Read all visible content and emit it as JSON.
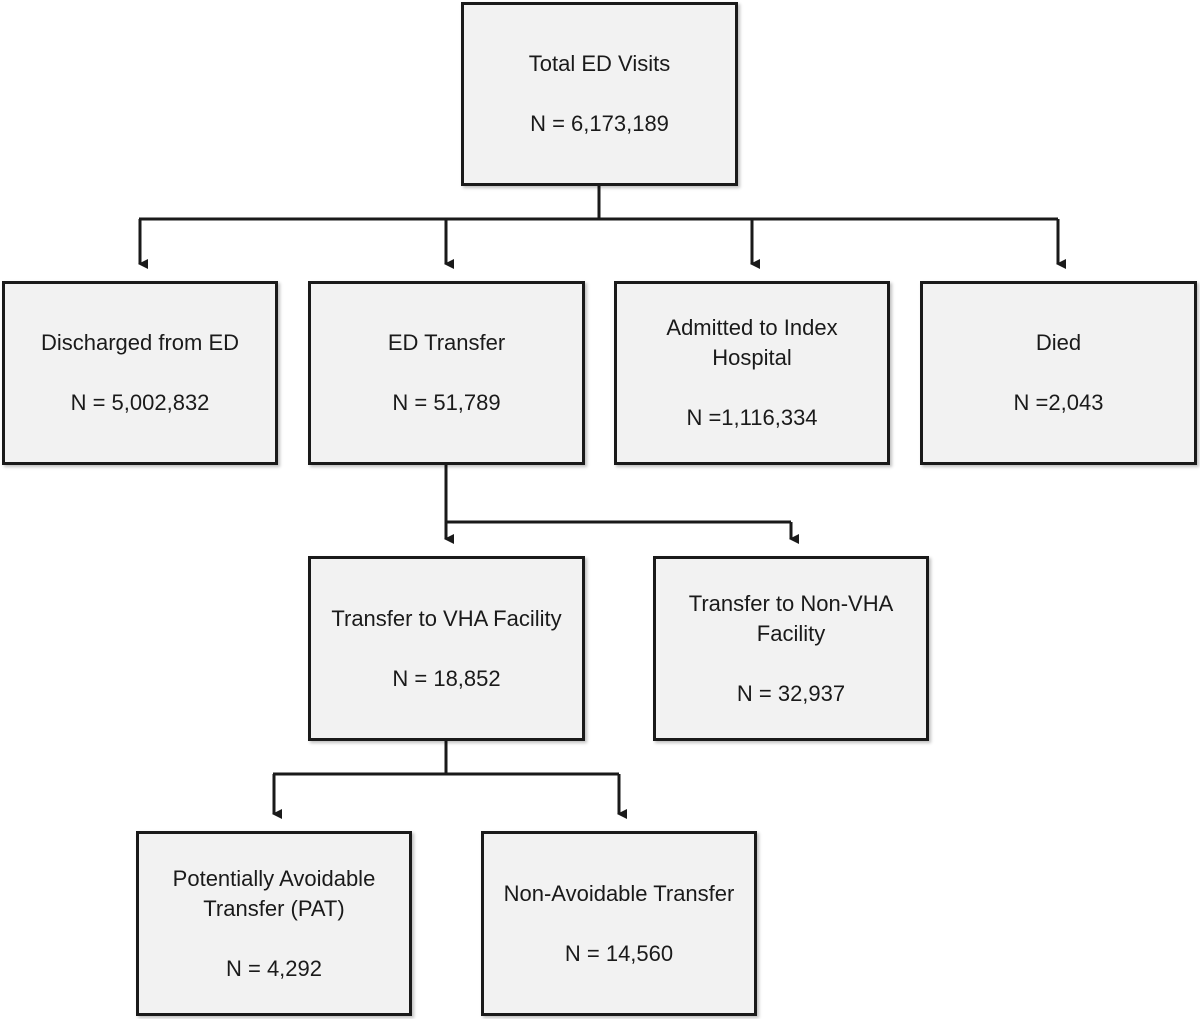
{
  "nodes": {
    "total": {
      "label": "Total ED Visits",
      "count": "N = 6,173,189"
    },
    "discharged": {
      "label": "Discharged from ED",
      "count": "N = 5,002,832"
    },
    "transfer": {
      "label": "ED Transfer",
      "count": "N = 51,789"
    },
    "admitted": {
      "label": "Admitted to Index Hospital",
      "count": "N =1,116,334"
    },
    "died": {
      "label": "Died",
      "count": "N =2,043"
    },
    "vha": {
      "label": "Transfer to VHA Facility",
      "count": "N = 18,852"
    },
    "nonvha": {
      "label": "Transfer to Non-VHA Facility",
      "count": "N = 32,937"
    },
    "pat": {
      "label": "Potentially Avoidable Transfer (PAT)",
      "count": "N = 4,292"
    },
    "nonavoid": {
      "label": "Non-Avoidable Transfer",
      "count": "N = 14,560"
    }
  },
  "edges": [
    [
      "total",
      "discharged"
    ],
    [
      "total",
      "transfer"
    ],
    [
      "total",
      "admitted"
    ],
    [
      "total",
      "died"
    ],
    [
      "transfer",
      "vha"
    ],
    [
      "transfer",
      "nonvha"
    ],
    [
      "vha",
      "pat"
    ],
    [
      "vha",
      "nonavoid"
    ]
  ],
  "colors": {
    "box_fill": "#f2f2f2",
    "line": "#1a1a1a"
  }
}
